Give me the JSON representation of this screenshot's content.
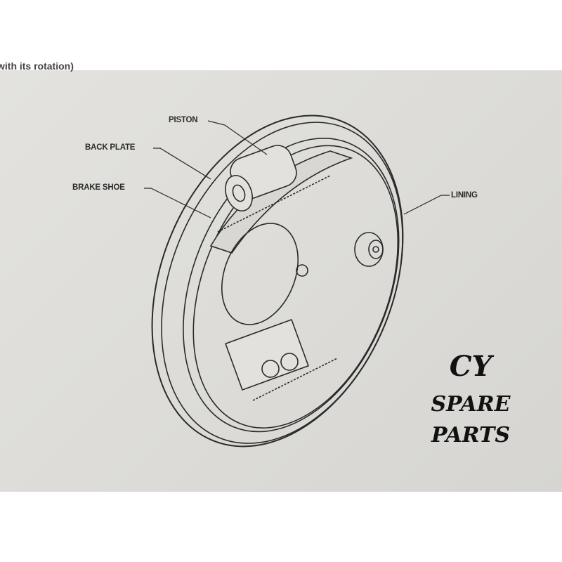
{
  "caption_fragment": "with its rotation)",
  "labels": {
    "piston": "PISTON",
    "back_plate": "BACK PLATE",
    "brake_shoe": "BRAKE SHOE",
    "lining": "LINING"
  },
  "watermark": {
    "line1": "CY",
    "line2": "SPARE",
    "line3": "PARTS"
  }
}
